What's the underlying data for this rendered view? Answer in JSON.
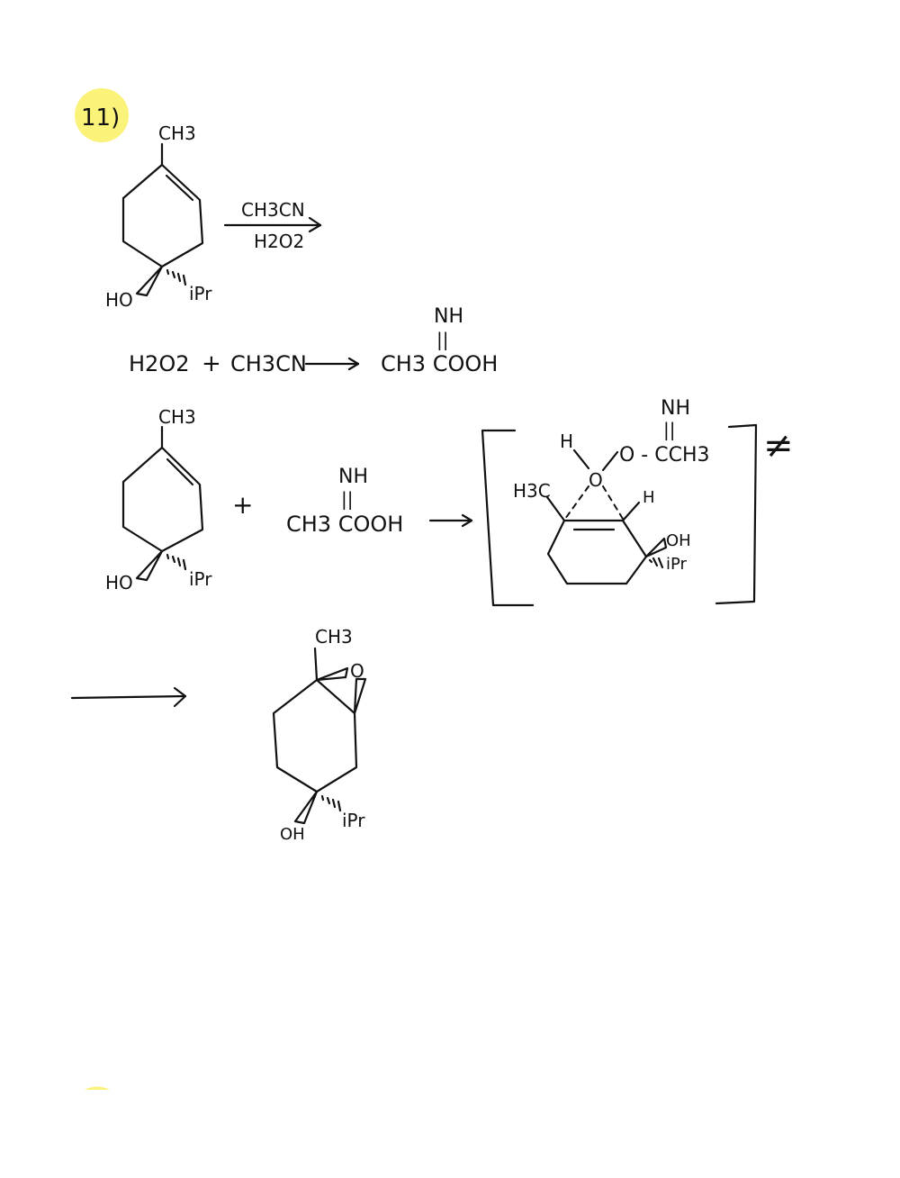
{
  "problem": {
    "number": "11)",
    "highlight_color": "#fbf27a"
  },
  "ink_color": "#111111",
  "step1": {
    "substituent_top": "CH3",
    "substituent_oh": "HO",
    "substituent_ipr": "iPr",
    "reagent_top": "CH3CN",
    "reagent_bottom": "H2O2"
  },
  "step2": {
    "reactant_a": "H2O2",
    "plus": "+",
    "reactant_b": "CH3CN",
    "product_nh": "NH",
    "product_eq": "||",
    "product": "CH3 COOH"
  },
  "step3": {
    "substituent_top": "CH3",
    "substituent_oh": "HO",
    "substituent_ipr": "iPr",
    "plus": "+",
    "peracid_nh": "NH",
    "peracid_eq": "||",
    "peracid": "CH3 COOH",
    "ts_h": "H",
    "ts_o": "O",
    "ts_nh": "NH",
    "ts_eq": "||",
    "ts_ester": "O - CCH3",
    "ts_h3c": "H3C",
    "ts_h2": "H",
    "ts_oh": "OH",
    "ts_ipr": "iPr",
    "ts_mark": "≠"
  },
  "step4": {
    "substituent_top": "CH3",
    "epoxide_o": "O",
    "substituent_oh": "OH",
    "substituent_ipr": "iPr"
  }
}
